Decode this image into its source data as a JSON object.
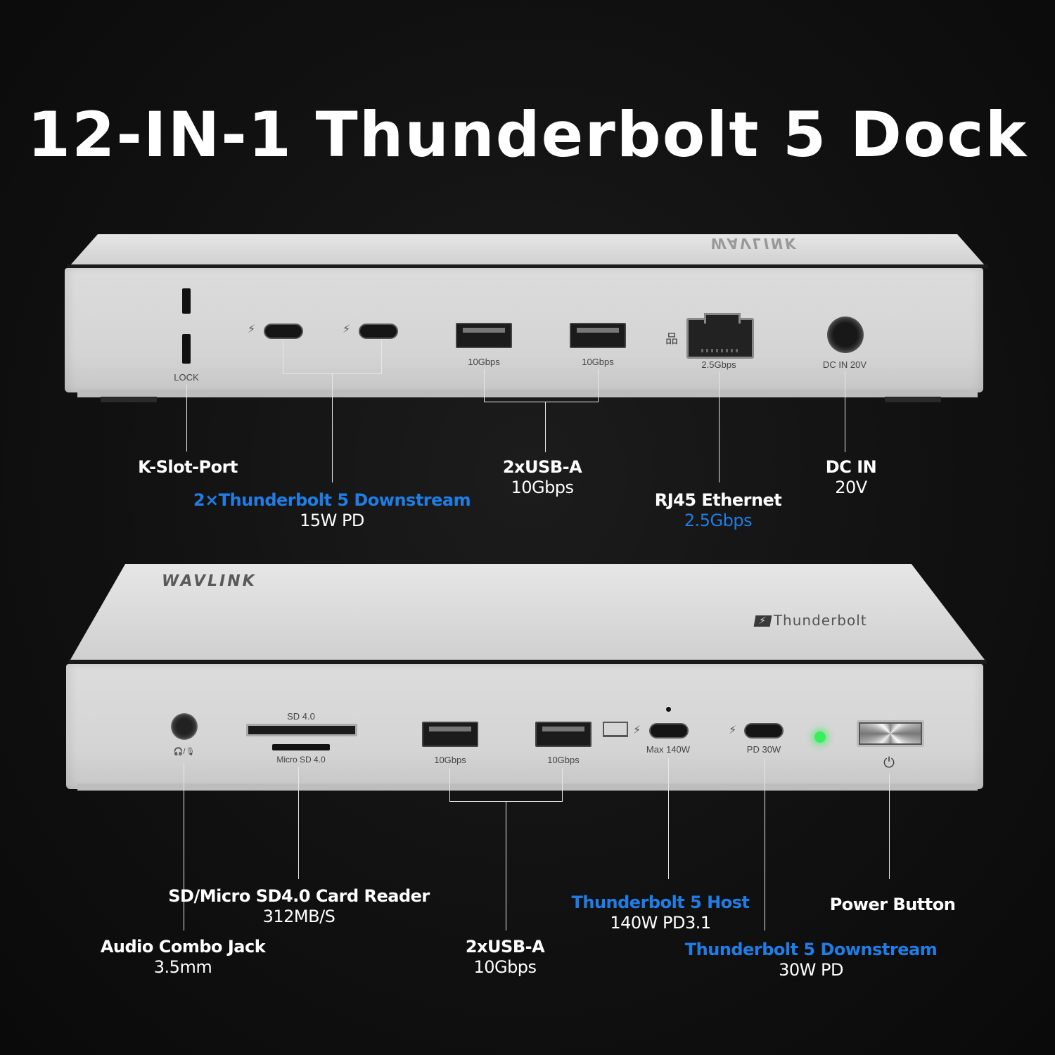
{
  "title": "12-IN-1 Thunderbolt 5 Dock",
  "colors": {
    "background": "#111111",
    "accent_blue": "#1f7de6",
    "text_white": "#ffffff",
    "dock_silver": "#d8d8d8",
    "led_green": "#36f05a"
  },
  "rear_panel": {
    "brand_mirrored": "WAVLINK",
    "ports": {
      "lock_label": "LOCK",
      "usb_a_1_label": "10Gbps",
      "usb_a_2_label": "10Gbps",
      "ethernet_label": "2.5Gbps",
      "dc_label": "DC IN 20V"
    },
    "icons": {
      "thunderbolt": "⚡",
      "network": "品"
    }
  },
  "rear_callouts": {
    "kslot": {
      "head": "K-Slot-Port",
      "sub": ""
    },
    "tb_downstream": {
      "head": "2×Thunderbolt 5 Downstream",
      "sub": "15W PD"
    },
    "usb_a": {
      "head": "2xUSB-A",
      "sub": "10Gbps"
    },
    "ethernet": {
      "head": "RJ45 Ethernet",
      "sub": "2.5Gbps"
    },
    "dc_in": {
      "head": "DC IN",
      "sub": "20V"
    }
  },
  "front_panel": {
    "brand": "WAVLINK",
    "tb_logo_text": "Thunderbolt",
    "ports": {
      "audio_icon": "🎧/🎙",
      "sd_label": "SD 4.0",
      "microsd_label": "Micro SD 4.0",
      "usb_a_1_label": "10Gbps",
      "usb_a_2_label": "10Gbps",
      "tb_host_label": "Max 140W",
      "tb_down_label": "PD 30W",
      "power_icon": "⏻"
    },
    "icons": {
      "laptop": "💻",
      "thunderbolt": "⚡"
    }
  },
  "front_callouts": {
    "card_reader": {
      "head": "SD/Micro SD4.0 Card Reader",
      "sub": "312MB/S"
    },
    "audio": {
      "head": "Audio Combo Jack",
      "sub": "3.5mm"
    },
    "usb_a": {
      "head": "2xUSB-A",
      "sub": "10Gbps"
    },
    "tb_host": {
      "head": "Thunderbolt 5 Host",
      "sub": "140W PD3.1"
    },
    "power": {
      "head": "Power Button",
      "sub": ""
    },
    "tb_downstream": {
      "head": "Thunderbolt 5 Downstream",
      "sub": "30W PD"
    }
  }
}
